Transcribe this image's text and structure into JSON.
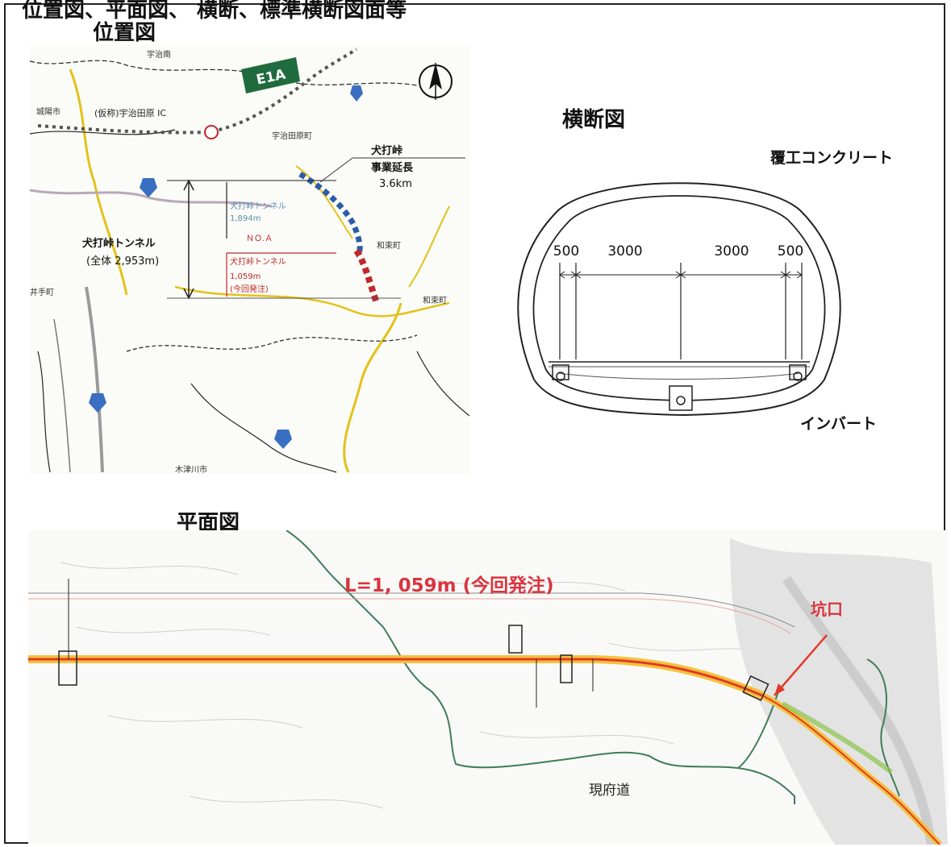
{
  "header": {
    "partial_text": "位置図、平面図、 横断、標準横断図面等"
  },
  "location_map": {
    "title": "位置図",
    "expressway_sign": "E1A",
    "place_labels": [
      "宇治南",
      "城陽市",
      "宇治田原町",
      "和束町",
      "井手町",
      "木津川市",
      "和束町"
    ],
    "interchange_label": "(仮称)宇治田原 IC",
    "project_label": [
      "犬打峠",
      "事業延長",
      "3.6km"
    ],
    "tunnel_total": [
      "犬打峠トンネル",
      "(全体 2,953m)"
    ],
    "tunnel_segment_a": [
      "犬打峠トンネル",
      "1,894m"
    ],
    "tunnel_segment_b": [
      "犬打峠トンネル",
      "1,059m",
      "(今回発注)"
    ],
    "midpoint_label": "ＮＯ.Ａ",
    "colors": {
      "project_route": "#2b5ea8",
      "current_order": "#c0282b",
      "roads": "#e3c21a"
    }
  },
  "cross_section": {
    "title": "横断図",
    "lining_label": "覆工コンクリート",
    "invert_label": "インバート",
    "dimensions": [
      "500",
      "3000",
      "3000",
      "500"
    ]
  },
  "plan_view": {
    "title": "平面図",
    "length_label": "L=1, 059m (今回発注)",
    "portal_label": "坑口",
    "existing_road_label": "現府道",
    "colors": {
      "alignment": "#e23a2a",
      "highlight": "#f3c23a",
      "existing_road": "#3f7d5a"
    }
  }
}
